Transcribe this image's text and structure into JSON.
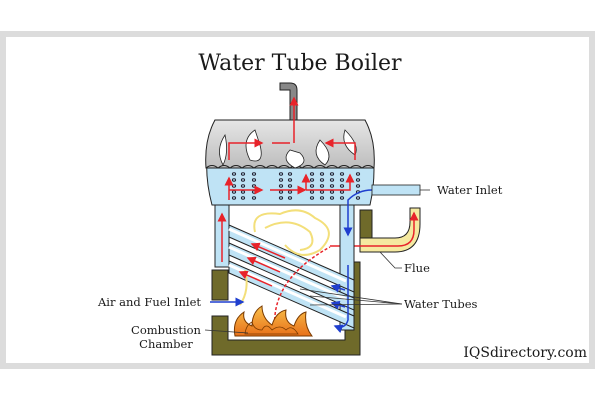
{
  "title": "Water Tube Boiler",
  "labels": {
    "water_inlet": "Water Inlet",
    "flue": "Flue",
    "air_fuel_inlet": "Air and Fuel Inlet",
    "water_tubes": "Water Tubes",
    "combustion_line1": "Combustion",
    "combustion_line2": "Chamber"
  },
  "brand": "IQSdirectory.com",
  "colors": {
    "water": "#bfe3f5",
    "steam": "#d0d0d0",
    "wall": "#6f6a2a",
    "hot_flow": "#e8232a",
    "cold_flow": "#1f3fcf",
    "flue_gas": "#f5e9a0",
    "flame": "#f08a1e"
  }
}
